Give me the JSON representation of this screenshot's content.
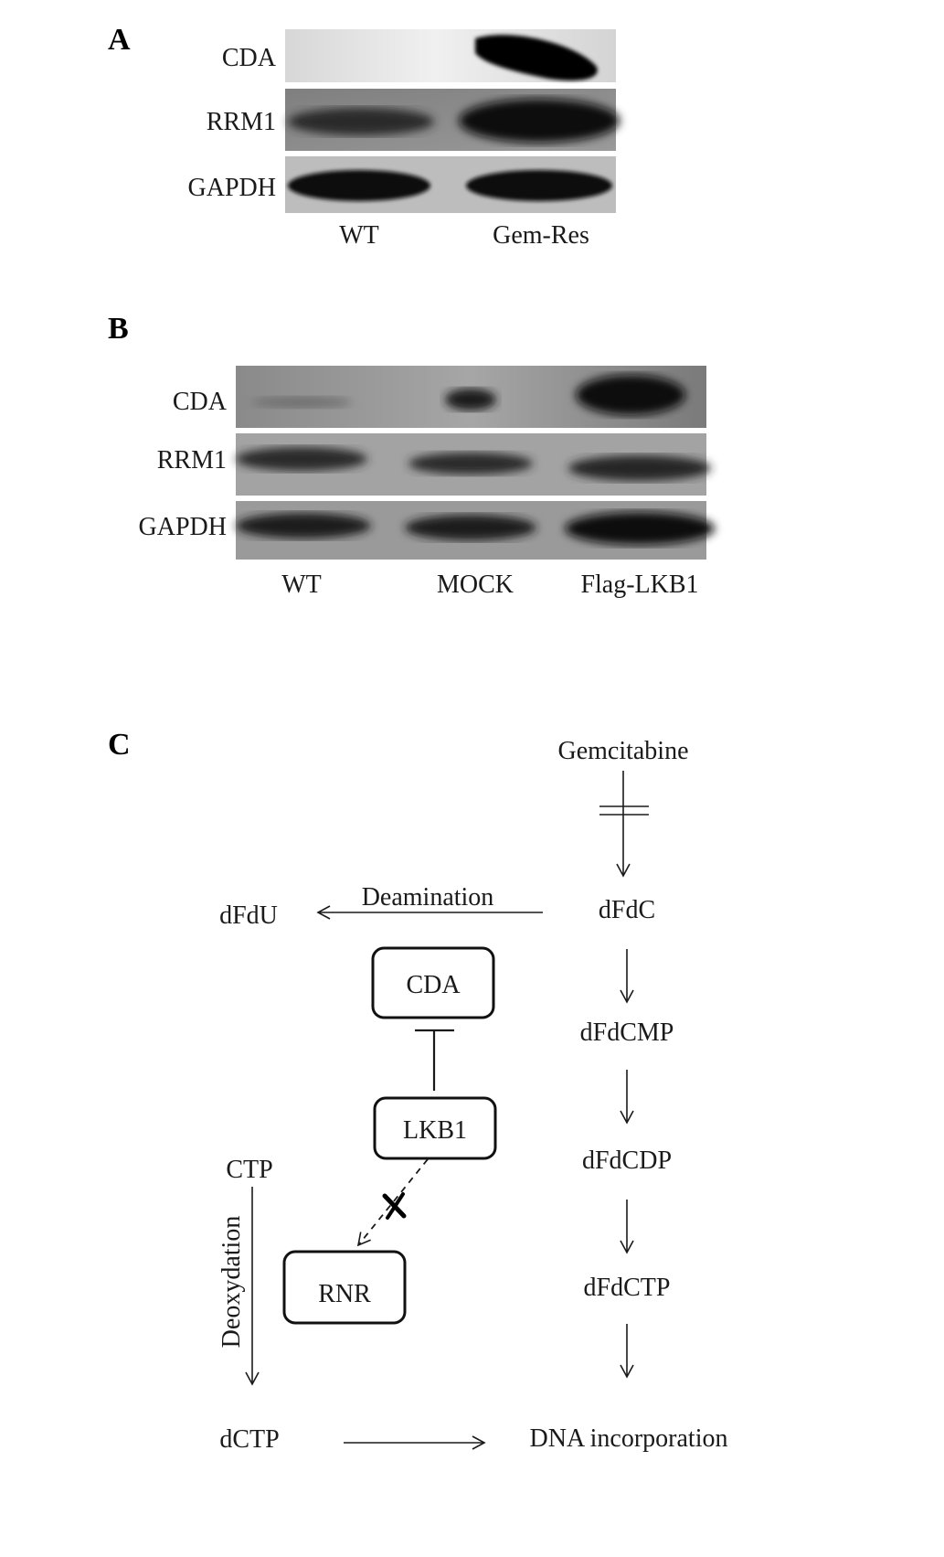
{
  "panels": {
    "a": {
      "label": "A",
      "rows": [
        "CDA",
        "RRM1",
        "GAPDH"
      ],
      "lanes": [
        "WT",
        "Gem-Res"
      ]
    },
    "b": {
      "label": "B",
      "rows": [
        "CDA",
        "RRM1",
        "GAPDH"
      ],
      "lanes": [
        "WT",
        "MOCK",
        "Flag-LKB1"
      ]
    },
    "c": {
      "label": "C",
      "nodes": {
        "gemcitabine": "Gemcitabine",
        "dfdc": "dFdC",
        "dfdcmp": "dFdCMP",
        "dfdcdp": "dFdCDP",
        "dfdctp": "dFdCTP",
        "dna": "DNA incorporation",
        "dfdu": "dFdU",
        "ctp": "CTP",
        "dctp": "dCTP"
      },
      "boxes": {
        "cda": "CDA",
        "lkb1": "LKB1",
        "rnr": "RNR"
      },
      "edges": {
        "deamination": "Deamination",
        "deoxydation": "Deoxydation"
      }
    }
  }
}
